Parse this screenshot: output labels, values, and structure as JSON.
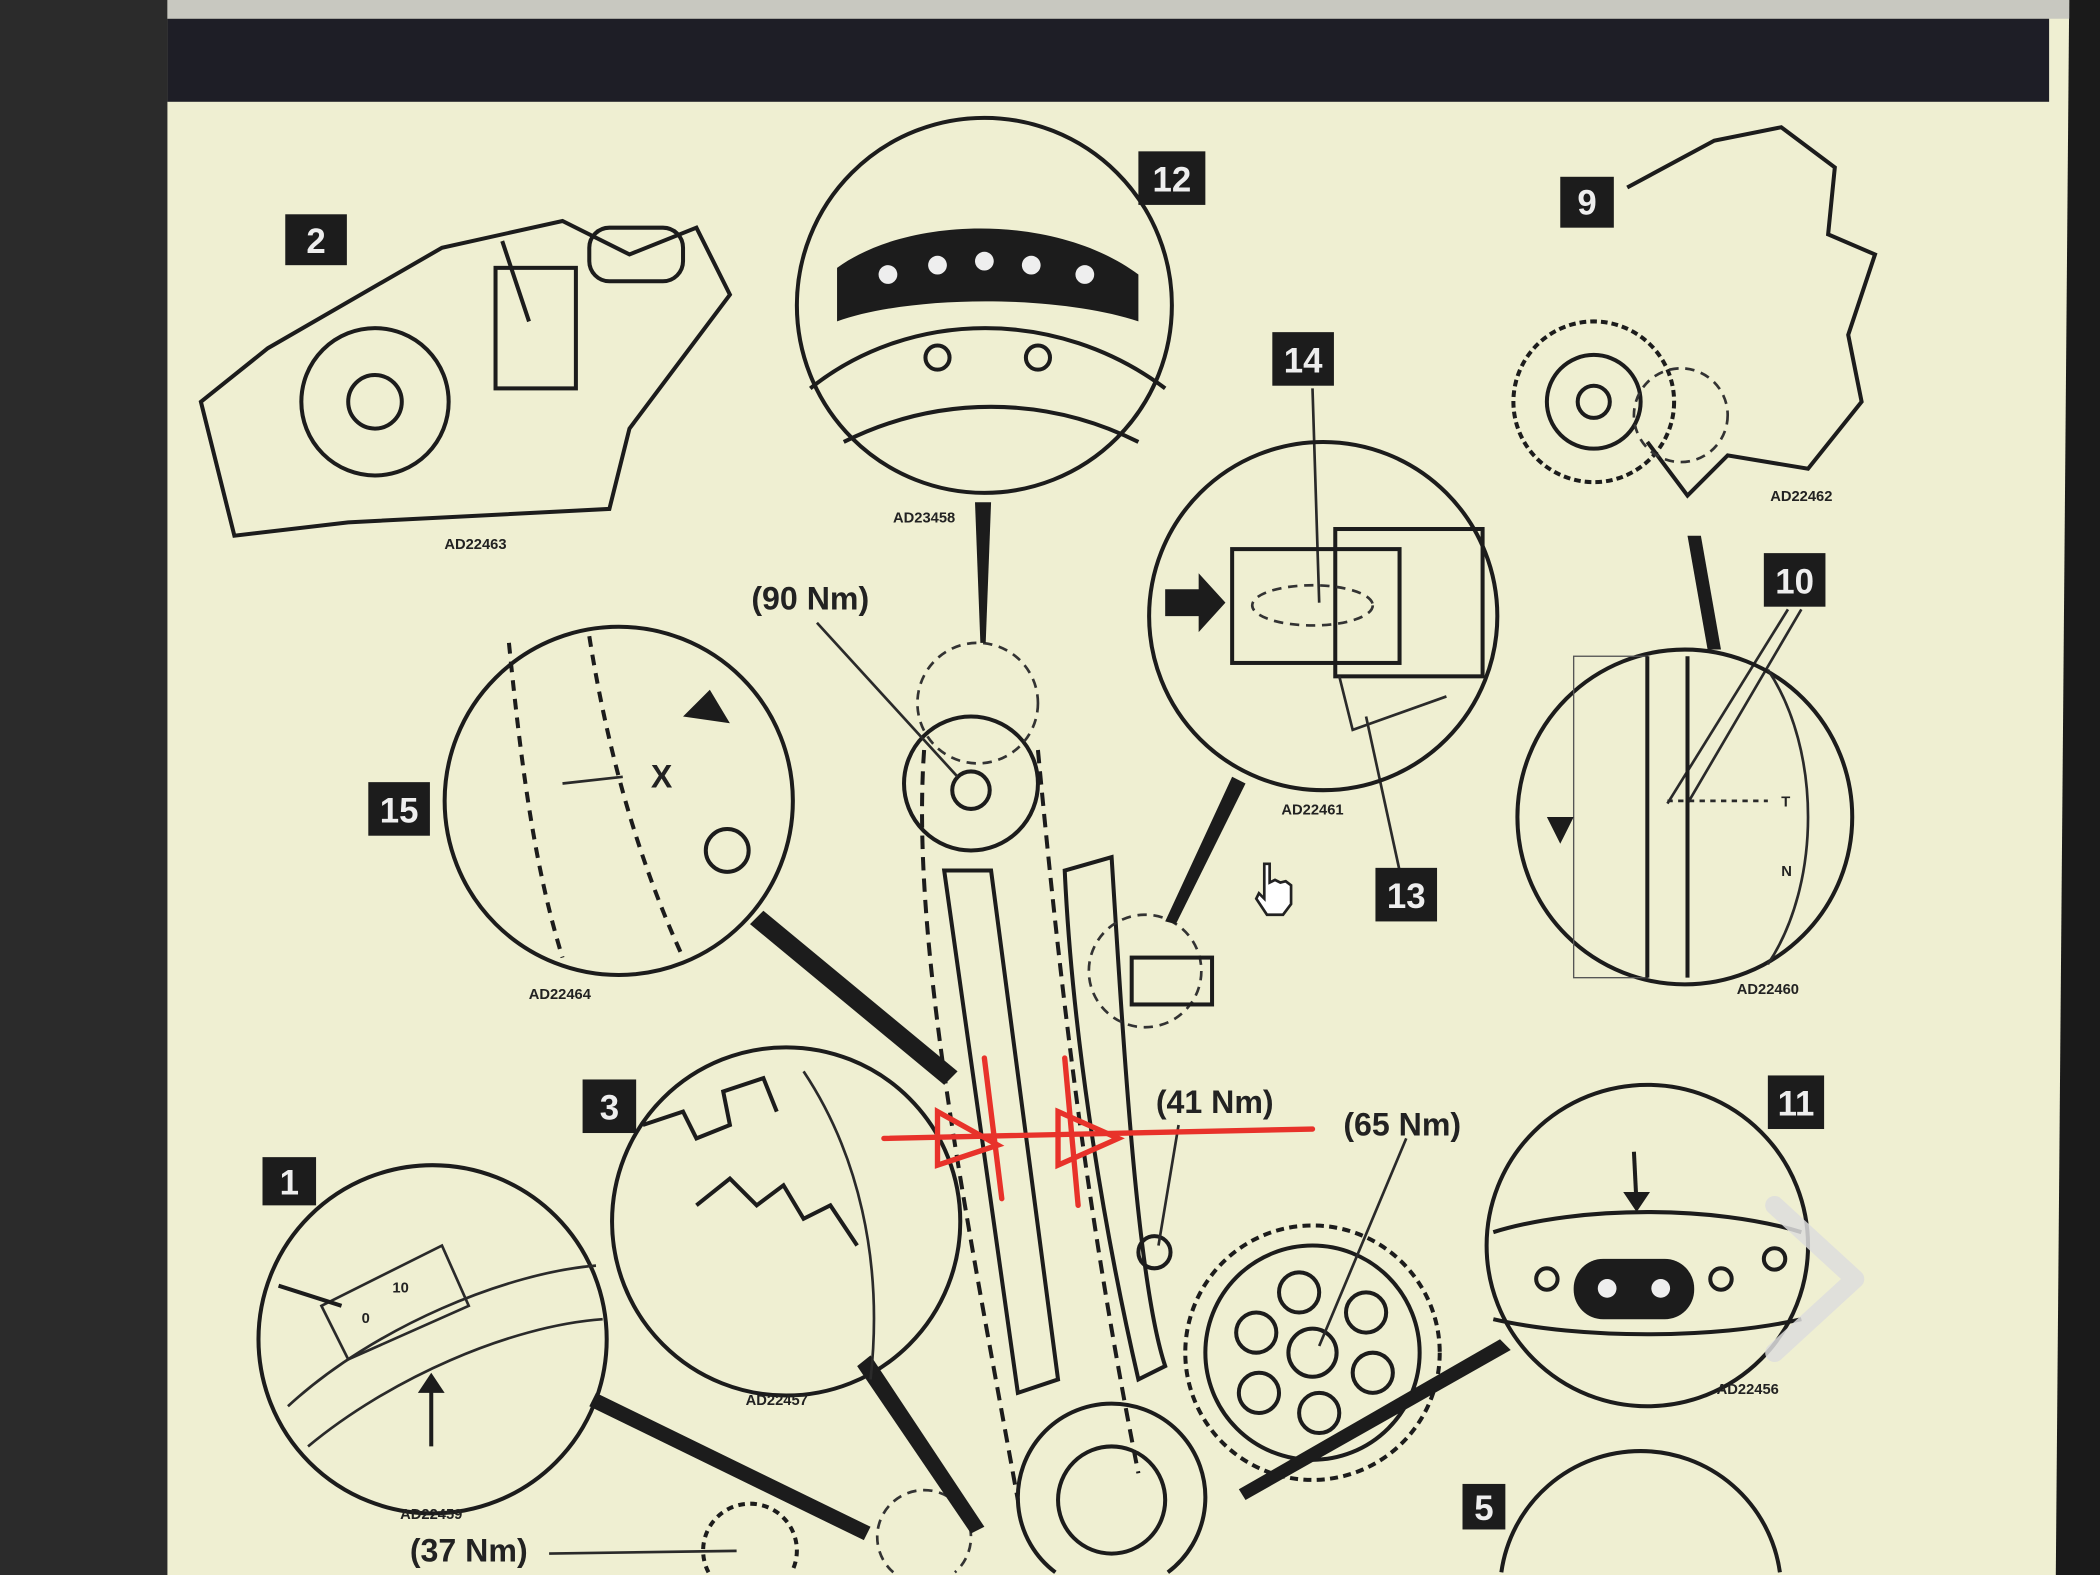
{
  "diagram": {
    "callouts": [
      {
        "id": "c2",
        "number": "2",
        "code": "AD22463"
      },
      {
        "id": "c12",
        "number": "12",
        "code": "AD23458"
      },
      {
        "id": "c9",
        "number": "9",
        "code": "AD22462"
      },
      {
        "id": "c14",
        "number": "14",
        "code": "AD22461"
      },
      {
        "id": "c13",
        "number": "13"
      },
      {
        "id": "c10",
        "number": "10",
        "code": "AD22460"
      },
      {
        "id": "c15",
        "number": "15",
        "code": "AD22464"
      },
      {
        "id": "c3",
        "number": "3",
        "code": "AD22457"
      },
      {
        "id": "c1",
        "number": "1",
        "code": "AD22459"
      },
      {
        "id": "c11",
        "number": "11",
        "code": "AD22456"
      },
      {
        "id": "c5",
        "number": "5"
      }
    ],
    "torques": {
      "t90": "(90 Nm)",
      "t41": "(41 Nm)",
      "t65": "(65 Nm)",
      "t37": "(37 Nm)"
    },
    "detail_marks": {
      "x_mark": "X",
      "scale_10": "10",
      "scale_0": "0",
      "mark_t": "T",
      "mark_n": "N"
    }
  },
  "colors": {
    "paper": "#efefd2",
    "annotation": "#e8322a",
    "label_box": "#1c1c1c"
  }
}
